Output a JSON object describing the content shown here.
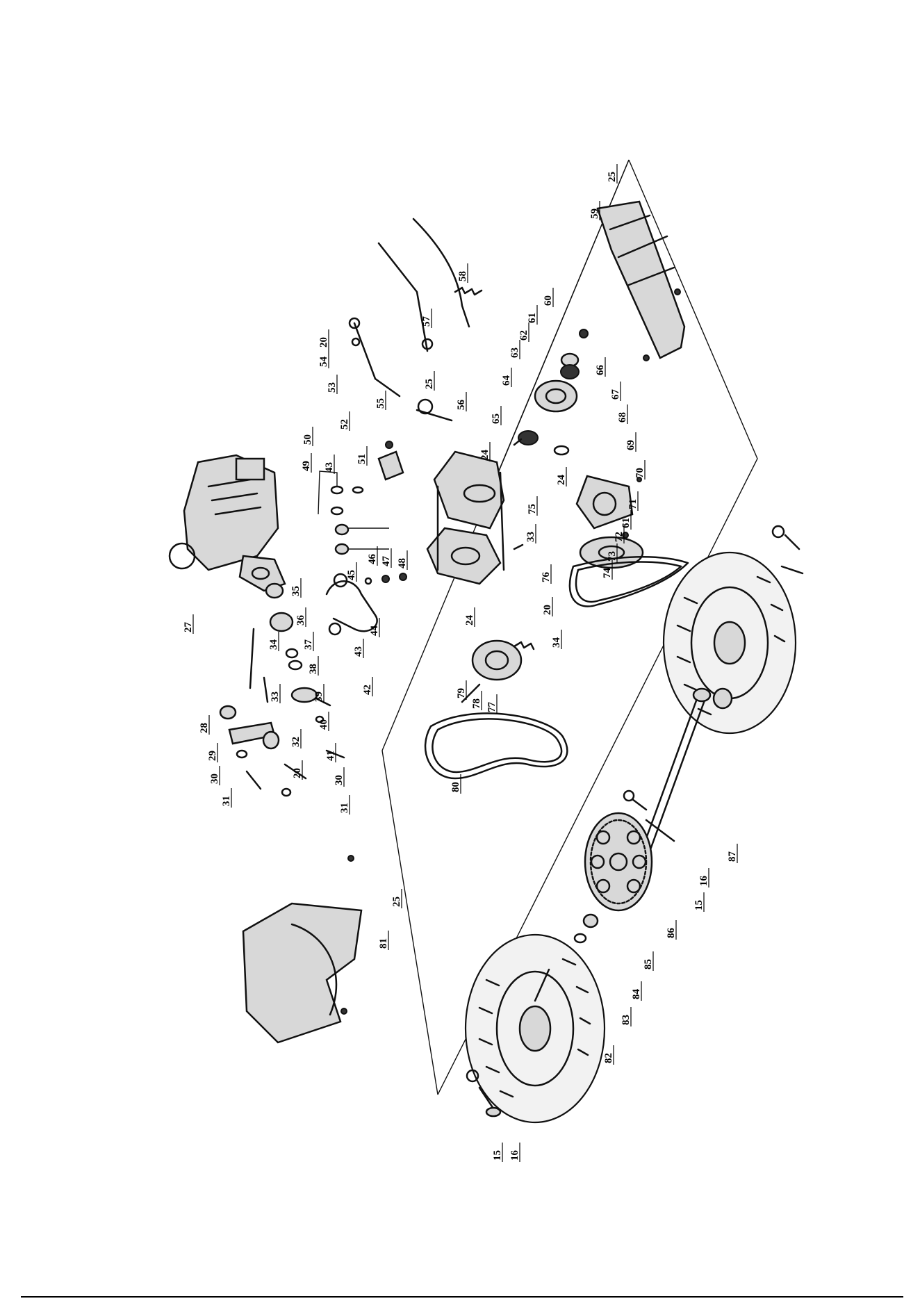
{
  "diagram": {
    "type": "exploded-parts-view",
    "callouts": [
      {
        "id": "c1",
        "label": "25"
      },
      {
        "id": "c2",
        "label": "59"
      },
      {
        "id": "c3",
        "label": "58"
      },
      {
        "id": "c4",
        "label": "60"
      },
      {
        "id": "c5",
        "label": "61"
      },
      {
        "id": "c6",
        "label": "62"
      },
      {
        "id": "c7",
        "label": "63"
      },
      {
        "id": "c8",
        "label": "64"
      },
      {
        "id": "c9",
        "label": "66"
      },
      {
        "id": "c10",
        "label": "67"
      },
      {
        "id": "c11",
        "label": "68"
      },
      {
        "id": "c12",
        "label": "69"
      },
      {
        "id": "c13",
        "label": "70"
      },
      {
        "id": "c14",
        "label": "71"
      },
      {
        "id": "c15",
        "label": "61"
      },
      {
        "id": "c16",
        "label": "72"
      },
      {
        "id": "c17",
        "label": "73"
      },
      {
        "id": "c18",
        "label": "74"
      },
      {
        "id": "c19",
        "label": "57"
      },
      {
        "id": "c20",
        "label": "20"
      },
      {
        "id": "c21",
        "label": "54"
      },
      {
        "id": "c22",
        "label": "53"
      },
      {
        "id": "c23",
        "label": "52"
      },
      {
        "id": "c24",
        "label": "55"
      },
      {
        "id": "c25",
        "label": "25"
      },
      {
        "id": "c26",
        "label": "56"
      },
      {
        "id": "c27",
        "label": "24"
      },
      {
        "id": "c28",
        "label": "65"
      },
      {
        "id": "c29",
        "label": "24"
      },
      {
        "id": "c30",
        "label": "75"
      },
      {
        "id": "c31",
        "label": "33"
      },
      {
        "id": "c32",
        "label": "76"
      },
      {
        "id": "c33",
        "label": "20"
      },
      {
        "id": "c34",
        "label": "50"
      },
      {
        "id": "c35",
        "label": "51"
      },
      {
        "id": "c36",
        "label": "49"
      },
      {
        "id": "c37",
        "label": "43"
      },
      {
        "id": "c38",
        "label": "45"
      },
      {
        "id": "c39",
        "label": "46"
      },
      {
        "id": "c40",
        "label": "47"
      },
      {
        "id": "c41",
        "label": "48"
      },
      {
        "id": "c42",
        "label": "44"
      },
      {
        "id": "c43",
        "label": "43"
      },
      {
        "id": "c44",
        "label": "42"
      },
      {
        "id": "c45",
        "label": "24"
      },
      {
        "id": "c46",
        "label": "34"
      },
      {
        "id": "c47",
        "label": "27"
      },
      {
        "id": "c48",
        "label": "35"
      },
      {
        "id": "c49",
        "label": "36"
      },
      {
        "id": "c50",
        "label": "37"
      },
      {
        "id": "c51",
        "label": "38"
      },
      {
        "id": "c52",
        "label": "39"
      },
      {
        "id": "c53",
        "label": "40"
      },
      {
        "id": "c54",
        "label": "41"
      },
      {
        "id": "c55",
        "label": "30"
      },
      {
        "id": "c56",
        "label": "31"
      },
      {
        "id": "c57",
        "label": "34"
      },
      {
        "id": "c58",
        "label": "33"
      },
      {
        "id": "c59",
        "label": "32"
      },
      {
        "id": "c60",
        "label": "20"
      },
      {
        "id": "c61",
        "label": "28"
      },
      {
        "id": "c62",
        "label": "29"
      },
      {
        "id": "c63",
        "label": "30"
      },
      {
        "id": "c64",
        "label": "31"
      },
      {
        "id": "c65",
        "label": "79"
      },
      {
        "id": "c66",
        "label": "78"
      },
      {
        "id": "c67",
        "label": "77"
      },
      {
        "id": "c68",
        "label": "80"
      },
      {
        "id": "c69",
        "label": "25"
      },
      {
        "id": "c70",
        "label": "81"
      },
      {
        "id": "c71",
        "label": "87"
      },
      {
        "id": "c72",
        "label": "16"
      },
      {
        "id": "c73",
        "label": "15"
      },
      {
        "id": "c74",
        "label": "86"
      },
      {
        "id": "c75",
        "label": "85"
      },
      {
        "id": "c76",
        "label": "84"
      },
      {
        "id": "c77",
        "label": "83"
      },
      {
        "id": "c78",
        "label": "82"
      },
      {
        "id": "c79",
        "label": "16"
      },
      {
        "id": "c80",
        "label": "15"
      }
    ]
  }
}
